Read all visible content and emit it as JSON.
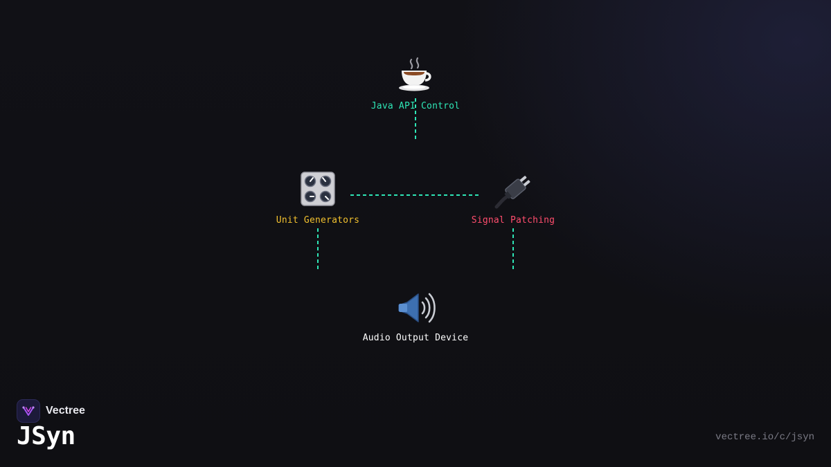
{
  "diagram": {
    "nodes": [
      {
        "id": "java",
        "label": "Java API Control",
        "icon": "coffee-cup-icon",
        "color": "#2ee6b6"
      },
      {
        "id": "unit",
        "label": "Unit Generators",
        "icon": "control-knobs-icon",
        "color": "#f2c12e"
      },
      {
        "id": "signal",
        "label": "Signal Patching",
        "icon": "electric-plug-icon",
        "color": "#ff4d6d"
      },
      {
        "id": "audio",
        "label": "Audio Output Device",
        "icon": "speaker-icon",
        "color": "#ffffff"
      }
    ],
    "edges": [
      {
        "from": "java",
        "to": "unit/signal"
      },
      {
        "from": "unit",
        "to": "signal"
      },
      {
        "from": "unit",
        "to": "audio"
      },
      {
        "from": "signal",
        "to": "audio"
      }
    ],
    "edge_color": "#2ee6b6"
  },
  "brand": {
    "name": "Vectree",
    "title": "JSyn",
    "url": "vectree.io/c/jsyn",
    "accent": "#a855f7"
  }
}
